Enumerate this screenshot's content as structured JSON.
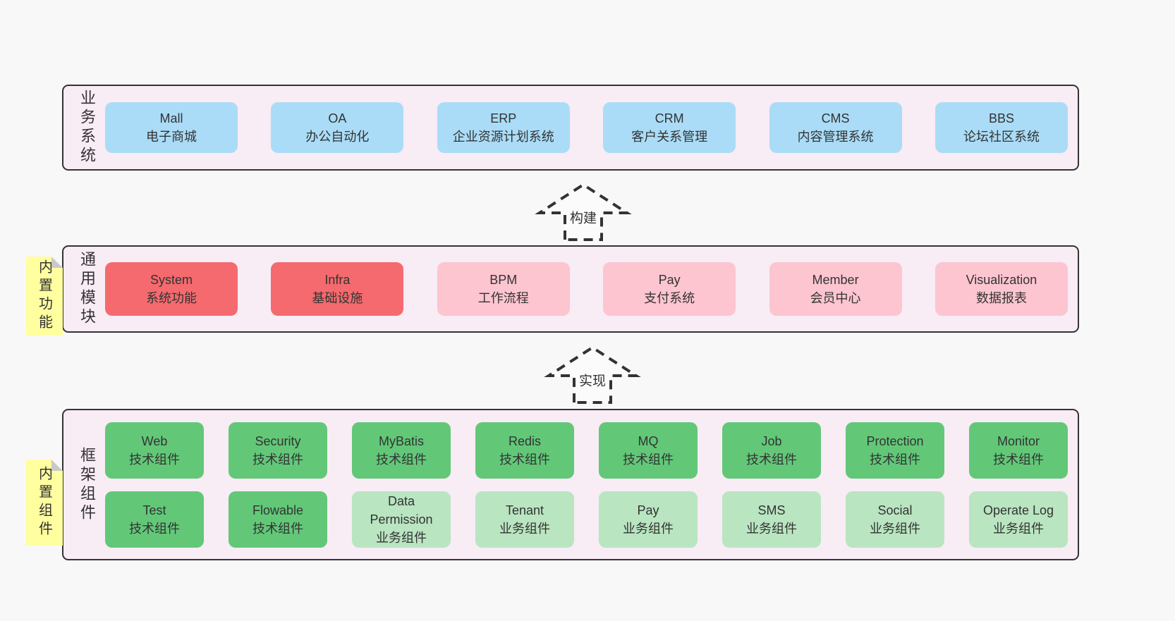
{
  "diagram": {
    "colors": {
      "page_background": "#f8f8f8",
      "container_background": "#f8ecf5",
      "container_border": "#333333",
      "text": "#333333",
      "blue_box": "#aadcf7",
      "red_box": "#f56a6e",
      "pink_box": "#fcc5d0",
      "green_box": "#62c878",
      "light_green_box": "#b9e5c1",
      "sticky_yellow": "#ffffa0",
      "fold_gray": "#c9c9c9"
    },
    "arrows": [
      {
        "label": "构建"
      },
      {
        "label": "实现"
      }
    ],
    "layers": [
      {
        "side_label": "业务系统",
        "boxes": [
          {
            "name": "Mall",
            "desc": "电子商城"
          },
          {
            "name": "OA",
            "desc": "办公自动化"
          },
          {
            "name": "ERP",
            "desc": "企业资源计划系统"
          },
          {
            "name": "CRM",
            "desc": "客户关系管理"
          },
          {
            "name": "CMS",
            "desc": "内容管理系统"
          },
          {
            "name": "BBS",
            "desc": "论坛社区系统"
          }
        ]
      },
      {
        "sticky_label": "内置功能",
        "side_label": "通用模块",
        "boxes": [
          {
            "name": "System",
            "desc": "系统功能"
          },
          {
            "name": "Infra",
            "desc": "基础设施"
          },
          {
            "name": "BPM",
            "desc": "工作流程"
          },
          {
            "name": "Pay",
            "desc": "支付系统"
          },
          {
            "name": "Member",
            "desc": "会员中心"
          },
          {
            "name": "Visualization",
            "desc": "数据报表"
          }
        ]
      },
      {
        "sticky_label": "内置组件",
        "side_label": "框架组件",
        "row1": [
          {
            "name": "Web",
            "desc": "技术组件"
          },
          {
            "name": "Security",
            "desc": "技术组件"
          },
          {
            "name": "MyBatis",
            "desc": "技术组件"
          },
          {
            "name": "Redis",
            "desc": "技术组件"
          },
          {
            "name": "MQ",
            "desc": "技术组件"
          },
          {
            "name": "Job",
            "desc": "技术组件"
          },
          {
            "name": "Protection",
            "desc": "技术组件"
          },
          {
            "name": "Monitor",
            "desc": "技术组件"
          }
        ],
        "row2": [
          {
            "name": "Test",
            "desc": "技术组件"
          },
          {
            "name": "Flowable",
            "desc": "技术组件"
          },
          {
            "name": "Data Permission",
            "desc": "业务组件"
          },
          {
            "name": "Tenant",
            "desc": "业务组件"
          },
          {
            "name": "Pay",
            "desc": "业务组件"
          },
          {
            "name": "SMS",
            "desc": "业务组件"
          },
          {
            "name": "Social",
            "desc": "业务组件"
          },
          {
            "name": "Operate Log",
            "desc": "业务组件"
          }
        ]
      }
    ]
  }
}
